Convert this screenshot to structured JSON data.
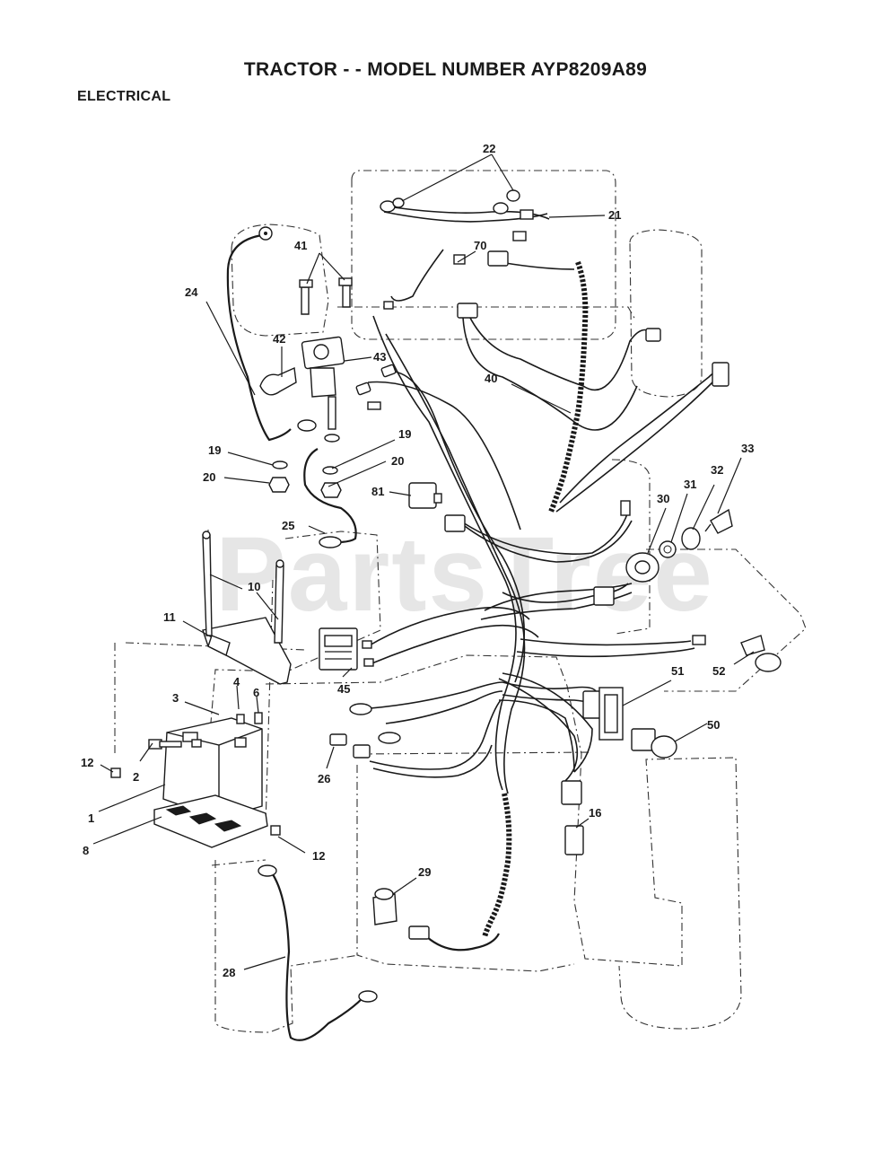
{
  "header": {
    "title": "TRACTOR - - MODEL NUMBER AYP8209A89",
    "section": "ELECTRICAL"
  },
  "watermark": "PartsTree",
  "callouts": {
    "c22": "22",
    "c21": "21",
    "c70": "70",
    "c41": "41",
    "c24": "24",
    "c42": "42",
    "c43": "43",
    "c40": "40",
    "c19a": "19",
    "c19b": "19",
    "c20a": "20",
    "c20b": "20",
    "c33": "33",
    "c32": "32",
    "c31": "31",
    "c30": "30",
    "c81": "81",
    "c25": "25",
    "c10": "10",
    "c11": "11",
    "c45": "45",
    "c52": "52",
    "c51": "51",
    "c4": "4",
    "c3": "3",
    "c6": "6",
    "c50": "50",
    "c12a": "12",
    "c2": "2",
    "c26": "26",
    "c1": "1",
    "c16": "16",
    "c8": "8",
    "c12b": "12",
    "c29": "29",
    "c28": "28"
  }
}
